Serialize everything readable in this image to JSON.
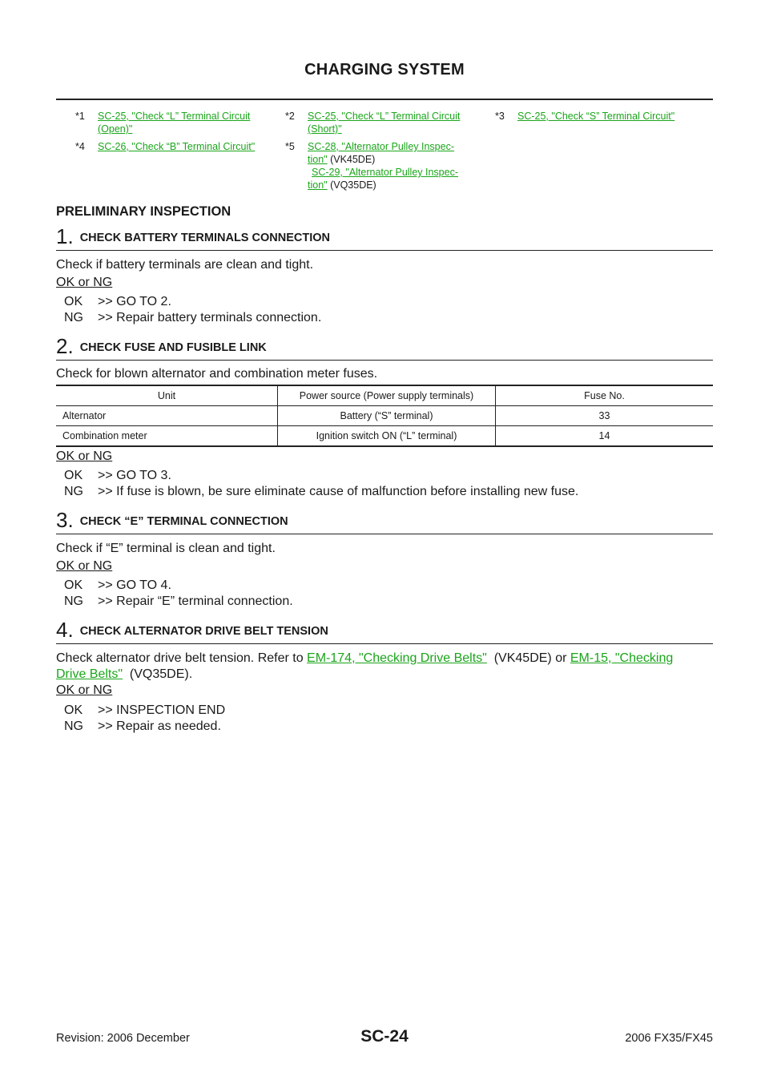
{
  "header": {
    "title": "CHARGING SYSTEM"
  },
  "references": {
    "r1_num": "*1",
    "r1_line1": "SC-25, \"Check “L” Terminal Circuit ",
    "r1_line2": "(Open)\"",
    "r2_num": "*2",
    "r2_line1": "SC-25, \"Check “L” Terminal Circuit ",
    "r2_line2": "(Short)\"",
    "r3_num": "*3",
    "r3_text": "SC-25, \"Check “S” Terminal Circuit\"",
    "r4_num": "*4",
    "r4_text": "SC-26, \"Check “B” Terminal Circuit\"",
    "r5_num": "*5",
    "r5_link1a": "SC-28, \"Alternator Pulley Inspec-",
    "r5_link1b": "tion\"",
    "r5_suffix1": " (VK45DE)",
    "r5_link2a": "SC-29, \"Alternator Pulley Inspec-",
    "r5_link2b": "tion\"",
    "r5_suffix2": " (VQ35DE)"
  },
  "section_title": "PRELIMINARY INSPECTION",
  "steps": [
    {
      "num": "1.",
      "title": "CHECK BATTERY TERMINALS CONNECTION",
      "body": "Check if battery terminals are clean and tight.",
      "okng": "OK or NG",
      "ok_label": "OK",
      "ok_text": ">> GO TO 2.",
      "ng_label": "NG",
      "ng_text": ">> Repair battery terminals connection."
    },
    {
      "num": "2.",
      "title": "CHECK FUSE AND FUSIBLE LINK",
      "body": "Check for blown alternator and combination meter fuses.",
      "okng": "OK or NG",
      "ok_label": "OK",
      "ok_text": ">> GO TO 3.",
      "ng_label": "NG",
      "ng_text": ">> If fuse is blown, be sure eliminate cause of malfunction before installing new fuse."
    },
    {
      "num": "3.",
      "title": "CHECK “E” TERMINAL CONNECTION",
      "body": "Check if “E” terminal is clean and tight.",
      "okng": "OK or NG",
      "ok_label": "OK",
      "ok_text": ">> GO TO 4.",
      "ng_label": "NG",
      "ng_text": ">> Repair “E” terminal connection."
    },
    {
      "num": "4.",
      "title": "CHECK ALTERNATOR DRIVE BELT TENSION",
      "body_prefix": "Check alternator drive belt tension. Refer to ",
      "link1": "EM-174, \"Checking Drive Belts\"",
      "body_mid": "  (VK45DE) or ",
      "link2a": "EM-15, \"Checking",
      "link2b": "Drive Belts\"",
      "body_suffix": "  (VQ35DE).",
      "okng": "OK or NG",
      "ok_label": "OK",
      "ok_text": ">> INSPECTION END",
      "ng_label": "NG",
      "ng_text": ">> Repair as needed."
    }
  ],
  "fuse_table": {
    "headers": [
      "Unit",
      "Power source (Power supply terminals)",
      "Fuse No."
    ],
    "rows": [
      [
        "Alternator",
        "Battery (“S” terminal)",
        "33"
      ],
      [
        "Combination meter",
        "Ignition switch ON (“L” terminal)",
        "14"
      ]
    ]
  },
  "footer": {
    "revision": "Revision: 2006 December",
    "page_code": "SC-24",
    "model": "2006 FX35/FX45"
  }
}
